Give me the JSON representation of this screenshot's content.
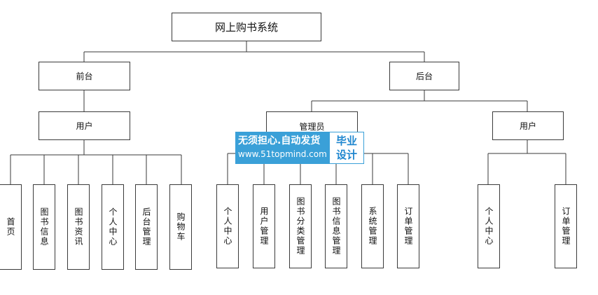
{
  "root": "网上购书系统",
  "front": {
    "label": "前台",
    "user": "用户",
    "items": [
      "首页",
      "图书信息",
      "图书资讯",
      "个人中心",
      "后台管理",
      "购物车"
    ]
  },
  "back": {
    "label": "后台",
    "admin": {
      "label": "管理员",
      "items": [
        "个人中心",
        "用户管理",
        "图书分类管理",
        "图书信息管理",
        "系统管理",
        "订单管理"
      ]
    },
    "user": {
      "label": "用户",
      "items": [
        "个人中心",
        "订单管理"
      ]
    }
  },
  "watermark": {
    "line1": "无须担心.自动发货",
    "line2": "www.51topmind.com",
    "badge1": "毕业",
    "badge2": "设计"
  },
  "colors": {
    "line": "#3a3a3a",
    "watermark_bg": "#3aa0d8",
    "watermark_text": "#1e86cf"
  }
}
